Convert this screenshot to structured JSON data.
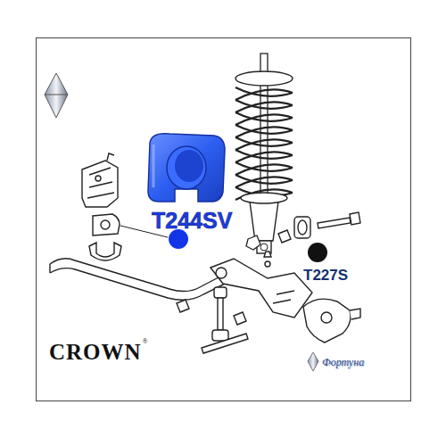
{
  "diagram": {
    "labels": [
      "T244SV",
      "T227S",
      "CROWN",
      "®",
      "Фортуна"
    ]
  }
}
